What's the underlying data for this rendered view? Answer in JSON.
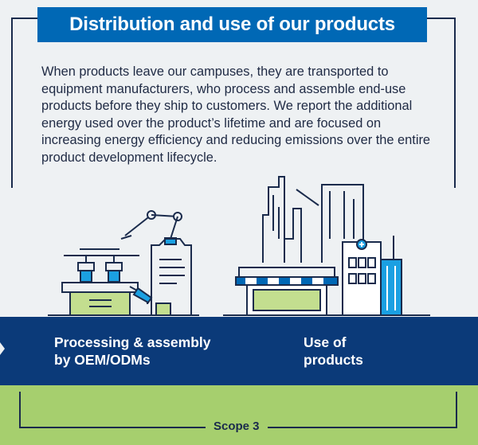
{
  "header": {
    "title": "Distribution and use of our products"
  },
  "intro": {
    "text": "When products leave our campuses, they are transported to equipment manufacturers, who process and assemble end-use products before they ship to customers. We report the additional energy used over the product’s lifetime and are focused on increasing energy efficiency and reducing emissions over the entire product development lifecycle."
  },
  "stages": [
    {
      "label": "Processing & assembly\nby OEM/ODMs"
    },
    {
      "label": "Use of\nproducts"
    }
  ],
  "scope": {
    "label": "Scope 3"
  },
  "colors": {
    "navy": "#1a2b4c",
    "blue": "#0068b5",
    "band": "#0b3a79",
    "green": "#a6cf6e",
    "light_green": "#c3de8f",
    "cyan": "#1ba0e2",
    "background": "#eef1f3"
  },
  "icons": {
    "factory": "factory-illustration",
    "city": "city-illustration"
  }
}
